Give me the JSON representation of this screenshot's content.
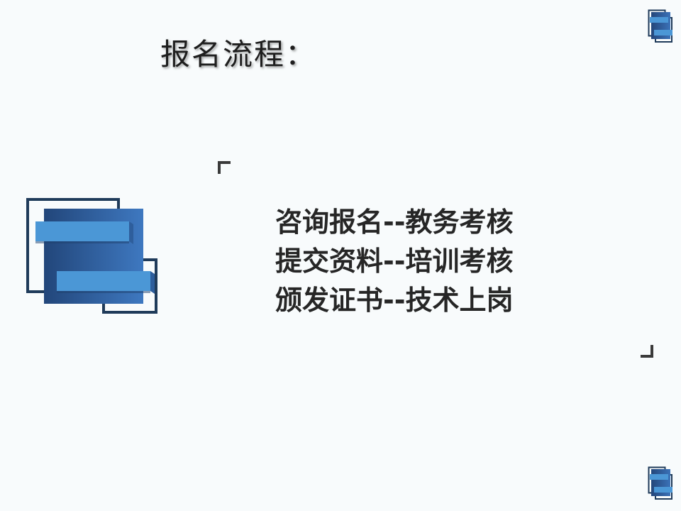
{
  "slide": {
    "title": "报名流程：",
    "steps": [
      "咨询报名--教务考核",
      "提交资料--培训考核",
      "颁发证书--技术上岗"
    ]
  },
  "colors": {
    "navy": "#1f3b5a",
    "blue_dark": "#27538f",
    "blue_mid": "#3d73b8",
    "blue_light": "#4b97d6",
    "text": "#262626"
  },
  "icons": {
    "main_graphic": "stacked-blocks-icon",
    "corner_graphic": "stacked-blocks-icon"
  }
}
